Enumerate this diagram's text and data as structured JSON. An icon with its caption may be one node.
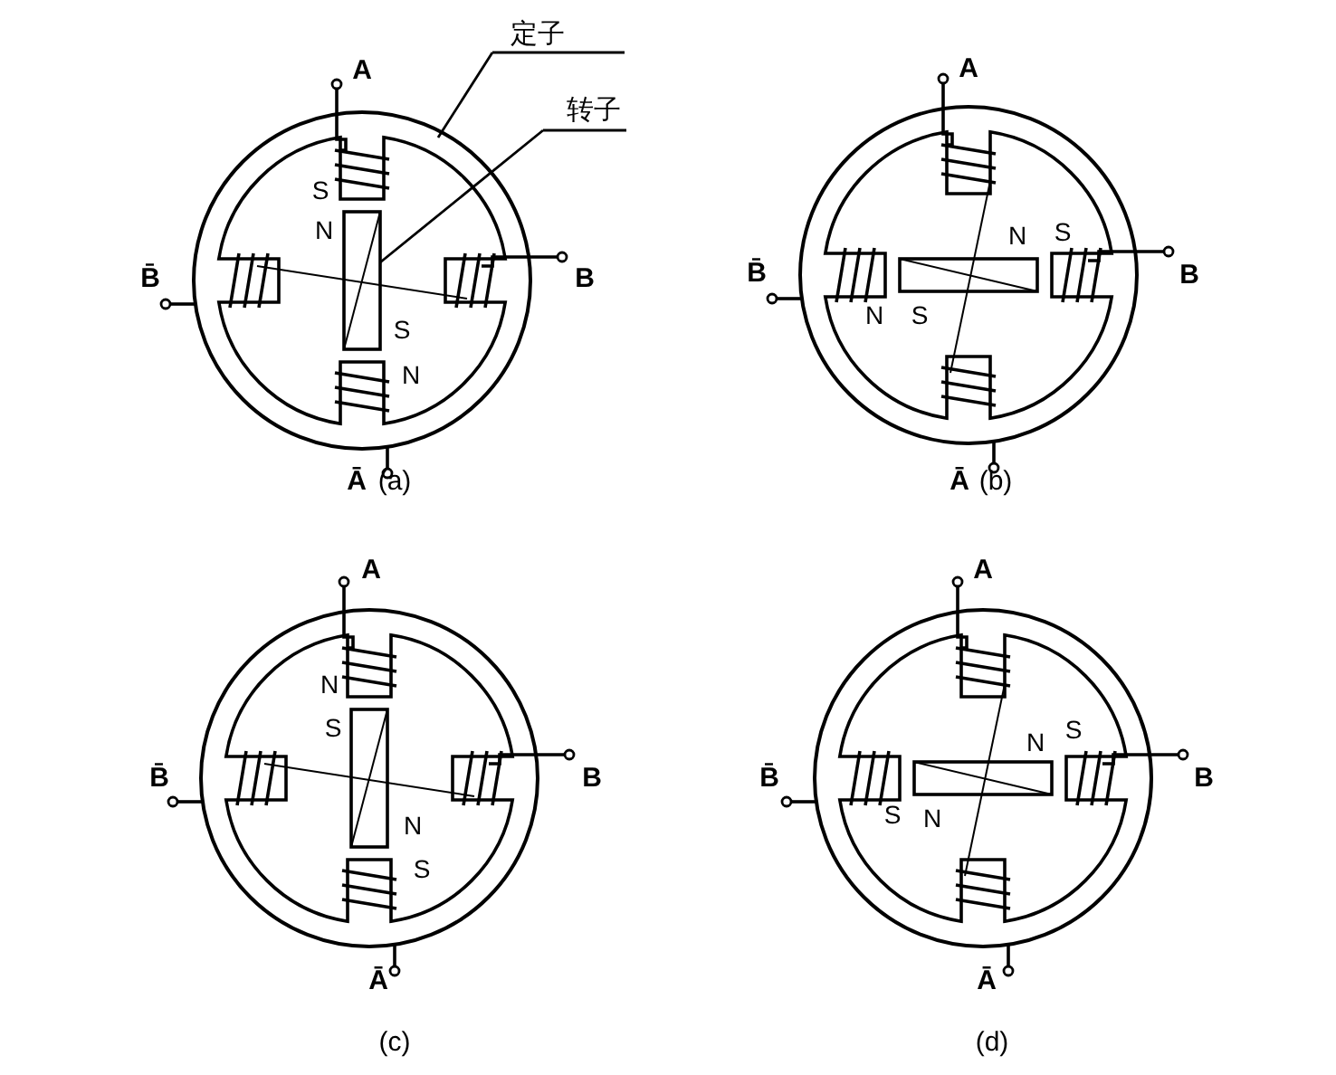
{
  "diagram": {
    "nodes": [
      {
        "text": [
          "定子"
        ]
      },
      {
        "text": [
          "转子"
        ]
      },
      {
        "text": [],
        "shape": "circle"
      },
      {
        "text": [],
        "shape": "box",
        "in": 2
      }
    ],
    "edges": [
      {
        "from": 0,
        "to": 2,
        "arrow": "none"
      },
      {
        "from": 1,
        "to": 3,
        "arrow": "none"
      }
    ],
    "labels": [
      "A",
      "S",
      "N",
      "B̄",
      "B",
      "S",
      "N",
      "Ā",
      "(a)",
      "A",
      "N",
      "S",
      "B̄",
      "B",
      "N",
      "S",
      "Ā",
      "(b)",
      "A",
      "N",
      "S",
      "B̄",
      "B",
      "N",
      "S",
      "Ā",
      "(c)",
      "A",
      "N",
      "S",
      "B̄",
      "B",
      "S",
      "N",
      "Ā",
      "(d)"
    ]
  }
}
